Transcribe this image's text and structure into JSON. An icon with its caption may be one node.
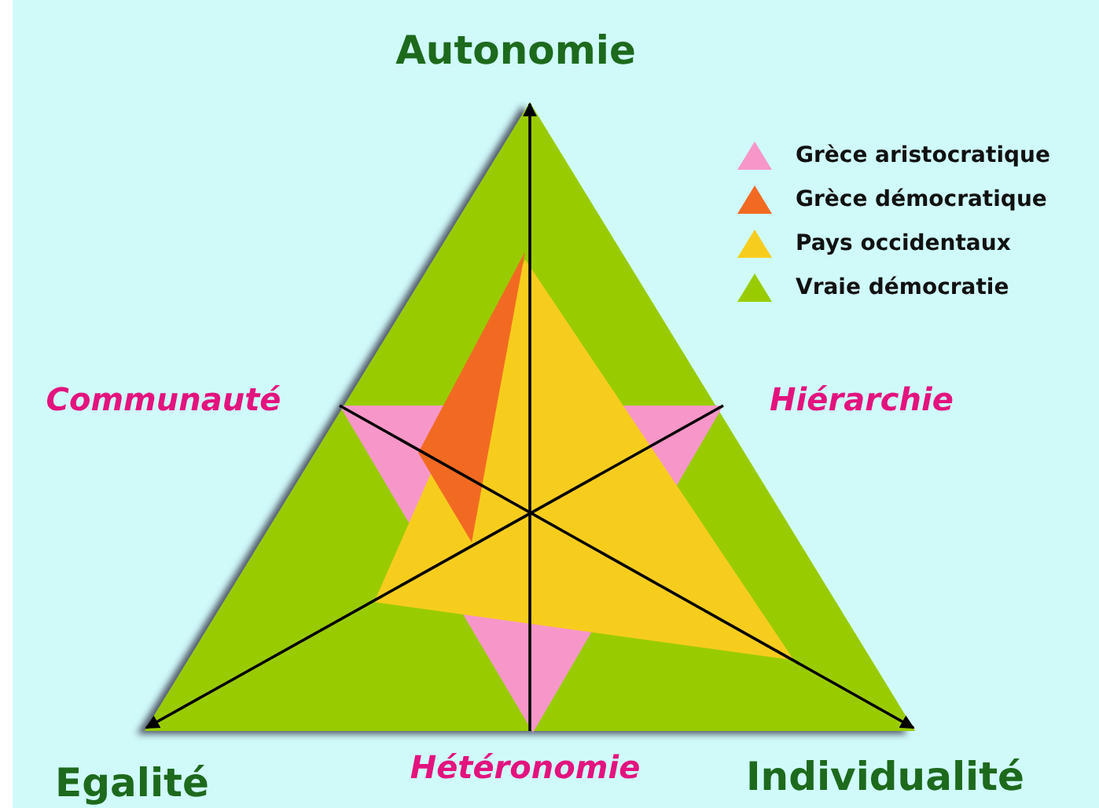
{
  "diagram": {
    "labels": [
      "Autonomie",
      "Communauté",
      "Hiérarchie",
      "Egalité",
      "Hétéronomie",
      "Individualité"
    ],
    "legend": [
      {
        "text": "Grèce aristocratique",
        "color": "#f797c9"
      },
      {
        "text": "Grèce démocratique",
        "color": "#f26a22"
      },
      {
        "text": "Pays occidentaux",
        "color": "#f7cd1d"
      },
      {
        "text": "Vraie démocratie",
        "color": "#99cc00"
      }
    ]
  }
}
